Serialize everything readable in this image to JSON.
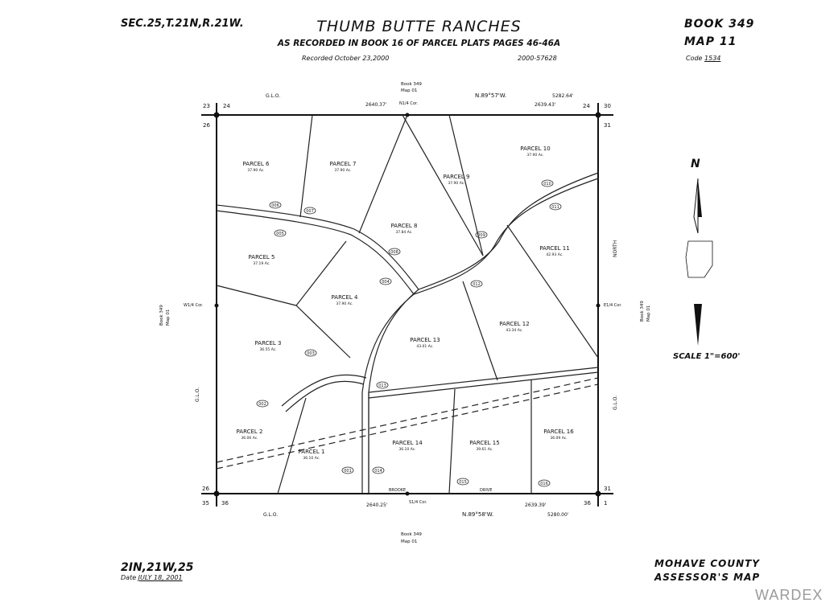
{
  "header": {
    "section": "SEC.25,T.21N,R.21W.",
    "title": "THUMB BUTTE RANCHES",
    "subtitle": "AS RECORDED IN BOOK 16 OF PARCEL PLATS PAGES 46-46A",
    "recorded": "Recorded October 23,2000",
    "record_no": "2000-57628",
    "book": "BOOK 349",
    "map": "MAP 11",
    "code_label": "Code",
    "code_value": "1534"
  },
  "footer": {
    "township": "2IN,21W,25",
    "date_label": "Date",
    "date_value": "JULY 18, 2001",
    "county": "MOHAVE COUNTY",
    "assessor": "ASSESSOR'S MAP"
  },
  "scale": "SCALE 1\"=600'",
  "north": "N",
  "watermark": "WARDEX",
  "boundary": {
    "top_bearing": "N.89°57'W.",
    "top_total": "5282.64'",
    "top_left": "2640.37'",
    "top_right": "2639.43'",
    "bottom_bearing": "N.89°58'W.",
    "bottom_total": "5280.00'",
    "bottom_left": "2640.25'",
    "bottom_right": "2639.39'",
    "glo_top": "G.L.O.",
    "glo_bottom": "G.L.O.",
    "glo_left": "G.L.O.",
    "glo_right": "G.L.O.",
    "north_side": "NORTH",
    "w_quarter": "W1/4 Cor.",
    "e_quarter": "E1/4 Cor.",
    "n_quarter": "N1/4 Cor.",
    "s_quarter": "S1/4 Cor.",
    "top_book": "Book 349",
    "top_map": "Map 01",
    "bottom_book": "Book 349",
    "bottom_map": "Map 01",
    "road_bottom": "BROOKE",
    "drive_bottom": "DRIVE"
  },
  "corners": {
    "nw_a": "23",
    "nw_b": "24",
    "nw_c": "26",
    "ne_a": "24",
    "ne_b": "30",
    "ne_c": "31",
    "sw_a": "26",
    "sw_b": "35",
    "sw_c": "36",
    "se_a": "36",
    "se_b": "1",
    "se_c": "31"
  },
  "parcels": [
    {
      "name": "PARCEL 6",
      "acres": "37.90 Ac."
    },
    {
      "name": "PARCEL 7",
      "acres": "37.90 Ac."
    },
    {
      "name": "PARCEL 9",
      "acres": "37.90 Ac."
    },
    {
      "name": "PARCEL 10",
      "acres": "37.90 Ac."
    },
    {
      "name": "PARCEL 8",
      "acres": "37.84 Ac."
    },
    {
      "name": "PARCEL 11",
      "acres": "42.93 Ac."
    },
    {
      "name": "PARCEL 5",
      "acres": "37.19 Ac."
    },
    {
      "name": "PARCEL 4",
      "acres": "37.90 Ac."
    },
    {
      "name": "PARCEL 12",
      "acres": "43.34 Ac."
    },
    {
      "name": "PARCEL 3",
      "acres": "36.55 Ac."
    },
    {
      "name": "PARCEL 13",
      "acres": "43.01 Ac."
    },
    {
      "name": "PARCEL 2",
      "acres": "36.06 Ac."
    },
    {
      "name": "PARCEL 1",
      "acres": "36.10 Ac."
    },
    {
      "name": "PARCEL 14",
      "acres": "36.10 Ac."
    },
    {
      "name": "PARCEL 15",
      "acres": "39.61 Ac."
    },
    {
      "name": "PARCEL 16",
      "acres": "36.09 Ac."
    }
  ],
  "parcel_ids": [
    "006",
    "007",
    "010",
    "011",
    "009",
    "008",
    "005",
    "004",
    "003",
    "002",
    "001",
    "013",
    "014",
    "015",
    "016",
    "012"
  ],
  "side_book_left": "Book 349",
  "side_map_left": "Map 01",
  "side_book_right": "Book 349",
  "side_map_right": "Map 01"
}
